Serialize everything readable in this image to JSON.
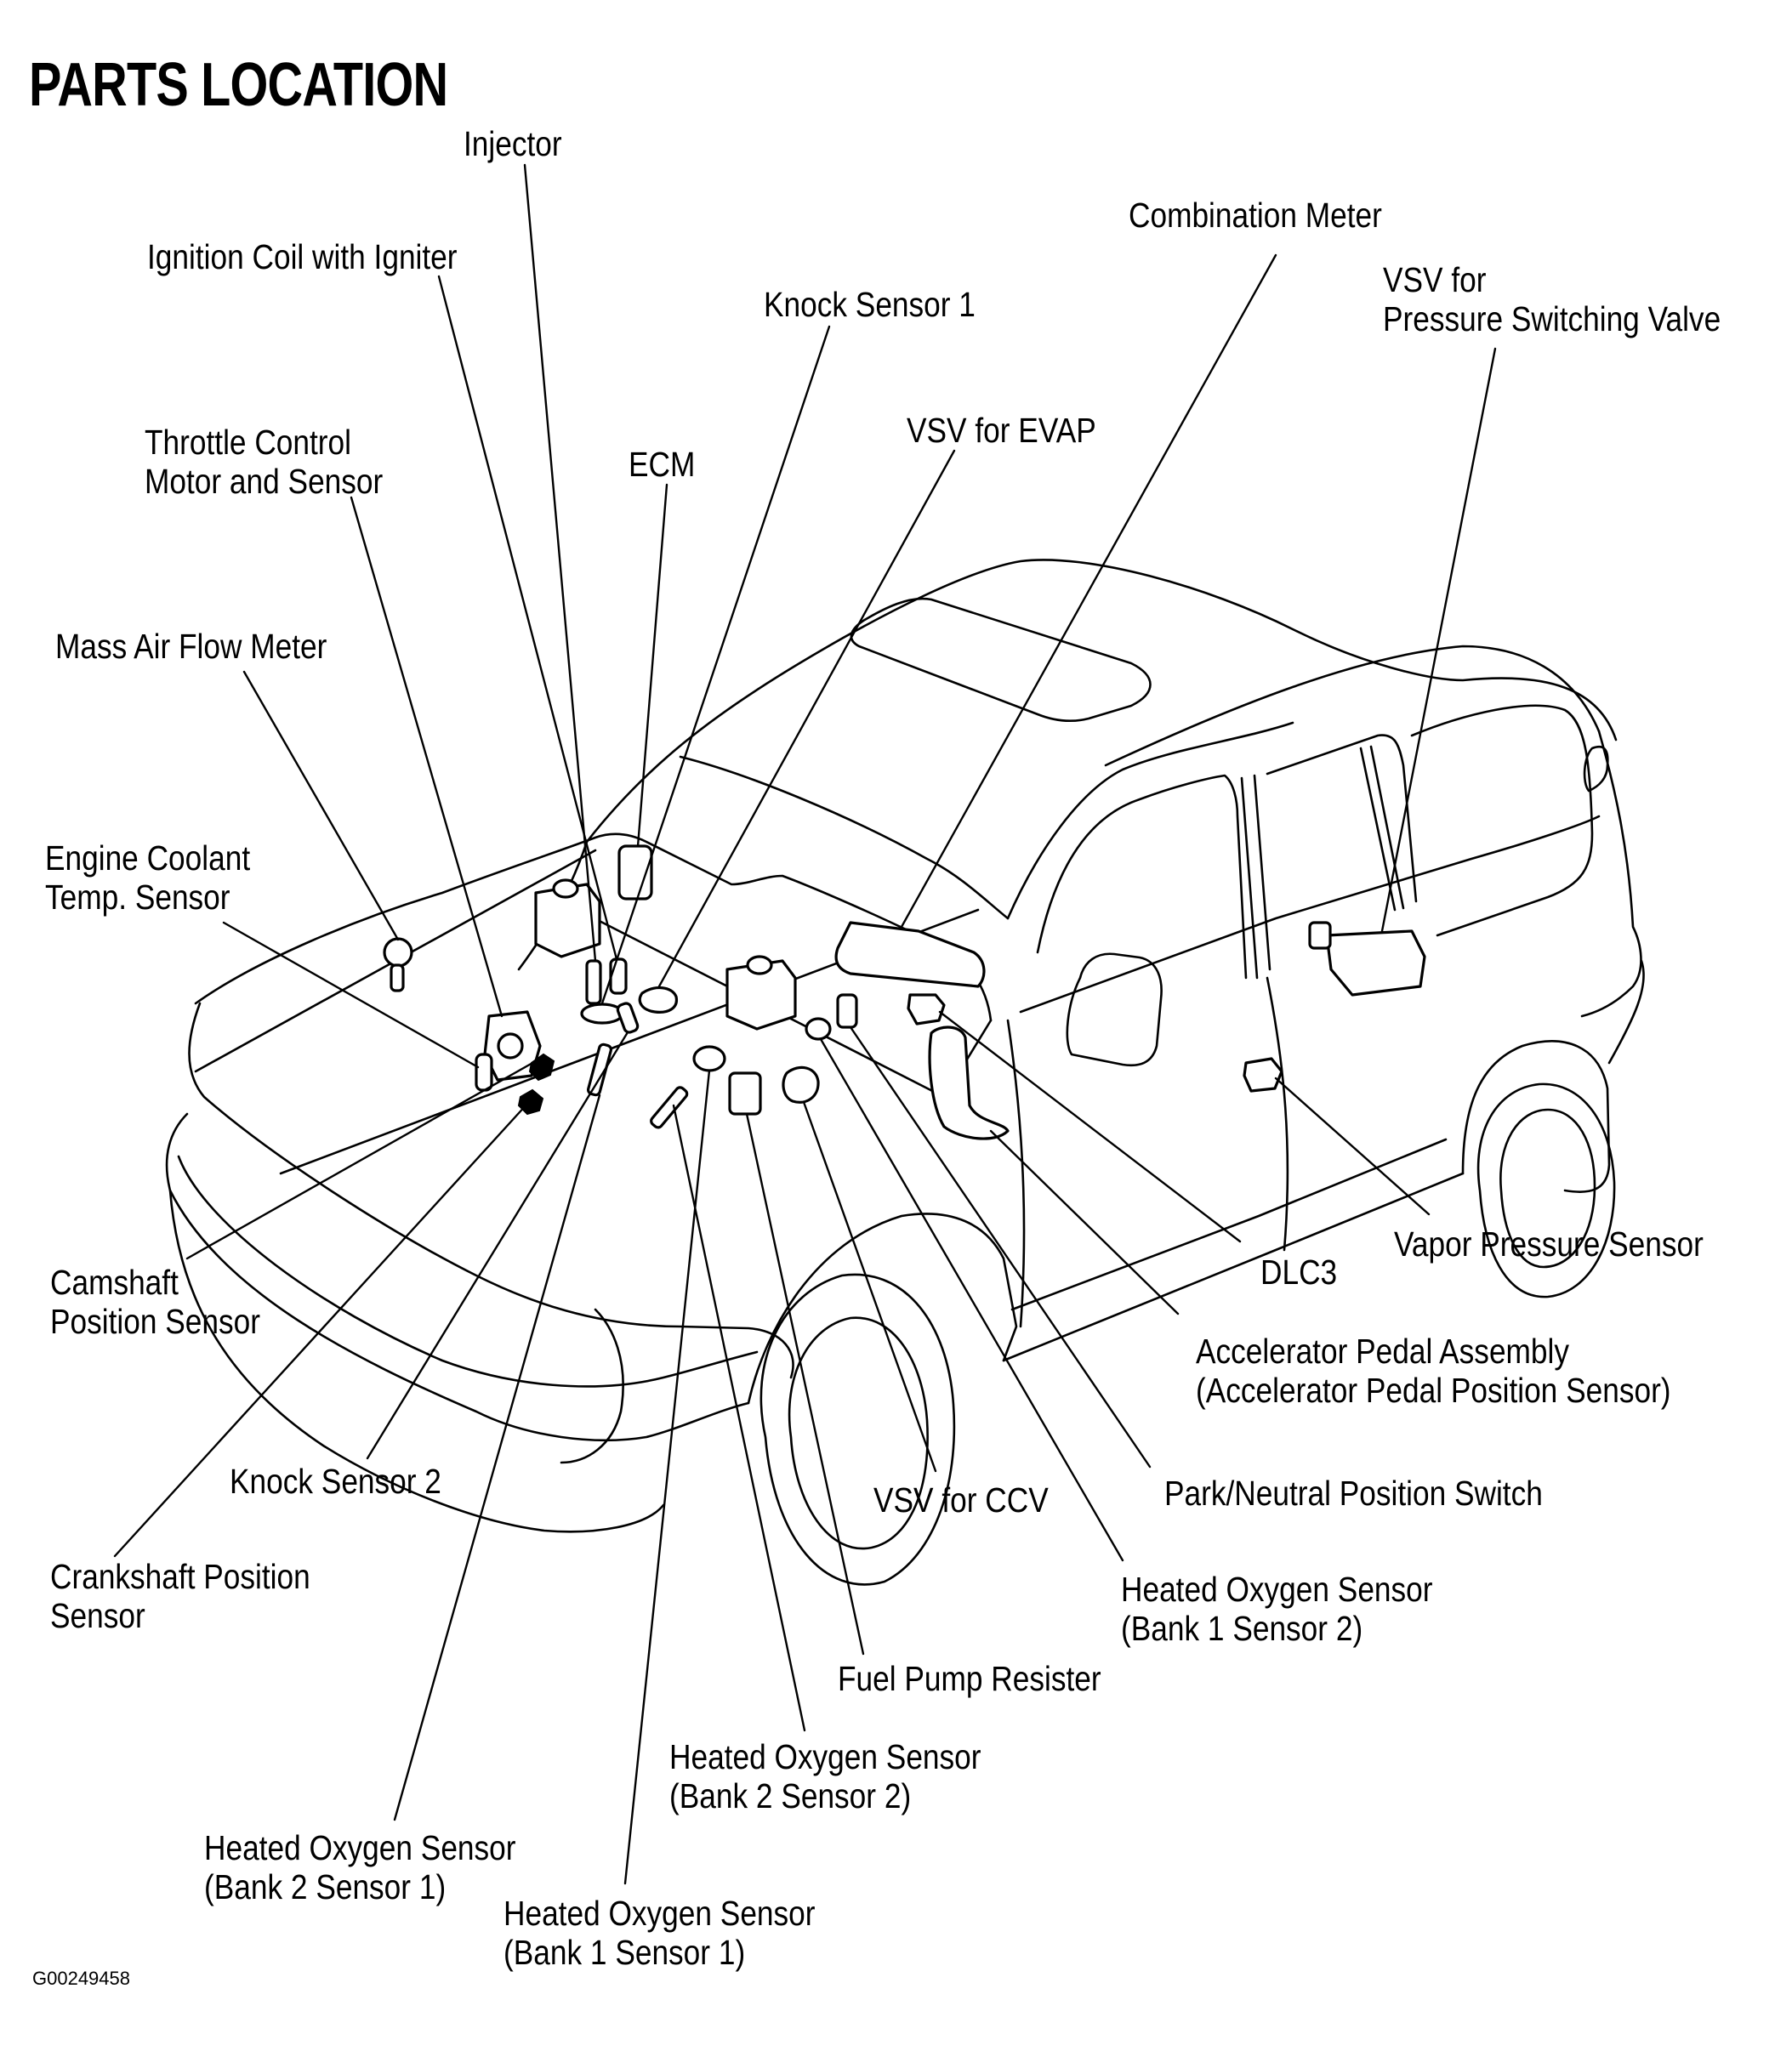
{
  "title": "PARTS LOCATION",
  "figure_id": "G00249458",
  "labels": {
    "injector": [
      "Injector"
    ],
    "ignition_coil": [
      "Ignition Coil with Igniter"
    ],
    "knock_sensor_1": [
      "Knock Sensor 1"
    ],
    "combination_meter": [
      "Combination Meter"
    ],
    "vsv_psv": [
      "VSV for",
      "Pressure Switching Valve"
    ],
    "throttle_control": [
      "Throttle Control",
      "Motor and Sensor"
    ],
    "ecm": [
      "ECM"
    ],
    "vsv_evap": [
      "VSV for EVAP"
    ],
    "maf_meter": [
      "Mass Air Flow Meter"
    ],
    "ect_sensor": [
      "Engine Coolant",
      "Temp. Sensor"
    ],
    "camshaft_sensor": [
      "Camshaft",
      "Position Sensor"
    ],
    "knock_sensor_2": [
      "Knock Sensor 2"
    ],
    "crankshaft_sensor": [
      "Crankshaft Position",
      "Sensor"
    ],
    "ho2s_b2s1": [
      "Heated Oxygen Sensor",
      "(Bank 2 Sensor 1)"
    ],
    "ho2s_b1s1": [
      "Heated Oxygen Sensor",
      "(Bank 1 Sensor 1)"
    ],
    "ho2s_b2s2": [
      "Heated Oxygen Sensor",
      "(Bank 2 Sensor 2)"
    ],
    "fuel_pump_resister": [
      "Fuel Pump Resister"
    ],
    "vsv_ccv": [
      "VSV for CCV"
    ],
    "ho2s_b1s2": [
      "Heated Oxygen Sensor",
      "(Bank 1 Sensor 2)"
    ],
    "park_neutral_switch": [
      "Park/Neutral Position Switch"
    ],
    "accelerator_pedal": [
      "Accelerator Pedal Assembly",
      "(Accelerator Pedal Position Sensor)"
    ],
    "dlc3": [
      "DLC3"
    ],
    "vapor_pressure_sensor": [
      "Vapor Pressure Sensor"
    ]
  }
}
